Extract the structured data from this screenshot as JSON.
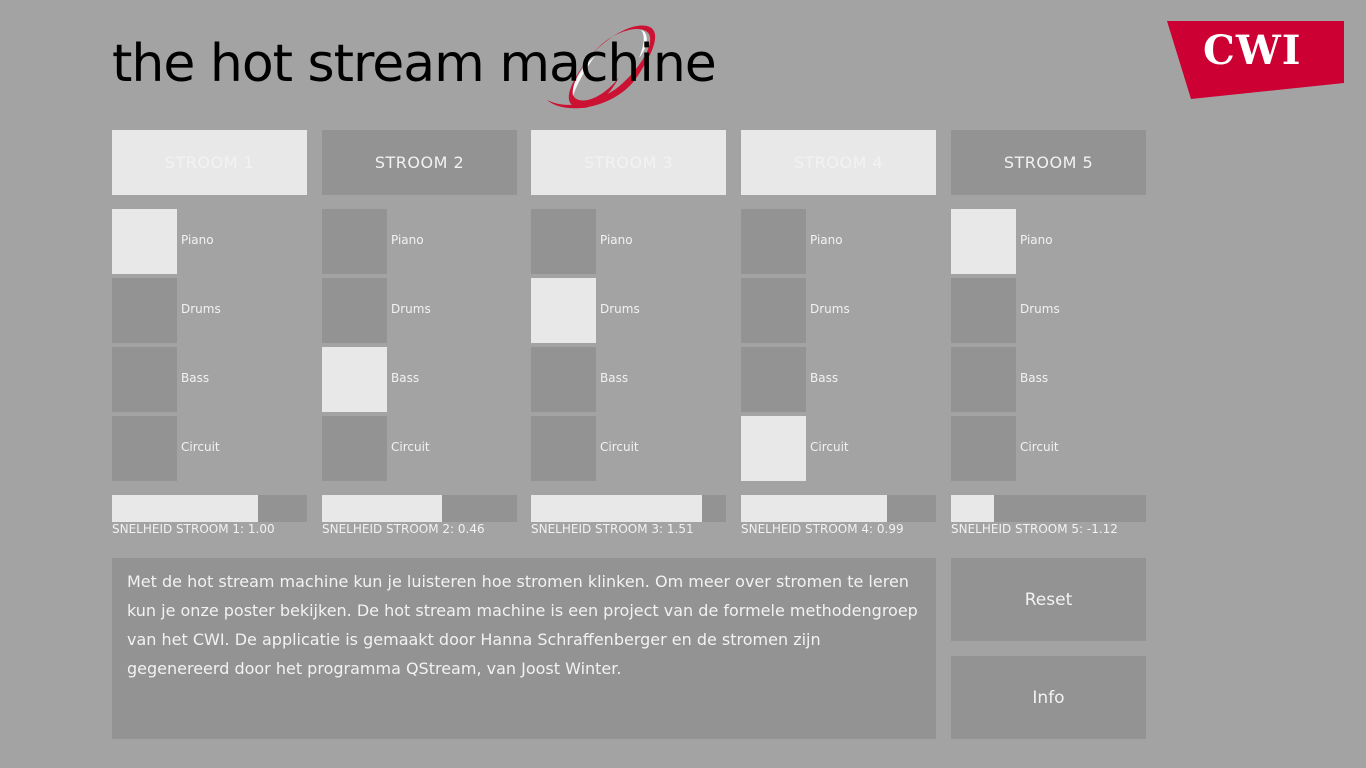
{
  "header": {
    "logo_text": "the hot stream machine",
    "brand": "CWI",
    "brand_color": "#cc0033"
  },
  "streams": [
    {
      "label": "STROOM 1",
      "active": true,
      "instruments": [
        {
          "label": "Piano",
          "on": true
        },
        {
          "label": "Drums",
          "on": false
        },
        {
          "label": "Bass",
          "on": false
        },
        {
          "label": "Circuit",
          "on": false
        }
      ],
      "speed_label": "SNELHEID STROOM 1: 1.00",
      "speed_fill": 0.75
    },
    {
      "label": "STROOM 2",
      "active": false,
      "instruments": [
        {
          "label": "Piano",
          "on": false
        },
        {
          "label": "Drums",
          "on": false
        },
        {
          "label": "Bass",
          "on": true
        },
        {
          "label": "Circuit",
          "on": false
        }
      ],
      "speed_label": "SNELHEID STROOM 2: 0.46",
      "speed_fill": 0.615
    },
    {
      "label": "STROOM 3",
      "active": true,
      "instruments": [
        {
          "label": "Piano",
          "on": false
        },
        {
          "label": "Drums",
          "on": true
        },
        {
          "label": "Bass",
          "on": false
        },
        {
          "label": "Circuit",
          "on": false
        }
      ],
      "speed_label": "SNELHEID STROOM 3: 1.51",
      "speed_fill": 0.877
    },
    {
      "label": "STROOM 4",
      "active": true,
      "instruments": [
        {
          "label": "Piano",
          "on": false
        },
        {
          "label": "Drums",
          "on": false
        },
        {
          "label": "Bass",
          "on": false
        },
        {
          "label": "Circuit",
          "on": true
        }
      ],
      "speed_label": "SNELHEID STROOM 4: 0.99",
      "speed_fill": 0.748
    },
    {
      "label": "STROOM 5",
      "active": false,
      "instruments": [
        {
          "label": "Piano",
          "on": true
        },
        {
          "label": "Drums",
          "on": false
        },
        {
          "label": "Bass",
          "on": false
        },
        {
          "label": "Circuit",
          "on": false
        }
      ],
      "speed_label": "SNELHEID STROOM 5: -1.12",
      "speed_fill": 0.22
    }
  ],
  "info_text": "Met de hot stream machine kun je luisteren hoe stromen klinken. Om meer over stromen te leren kun je onze poster bekijken. De hot stream machine is een project van de formele methodengroep van het CWI. De applicatie is gemaakt door Hanna Schraffenberger en de stromen zijn gegenereerd door het programma QStream, van Joost Winter.",
  "buttons": {
    "reset": "Reset",
    "info": "Info"
  }
}
